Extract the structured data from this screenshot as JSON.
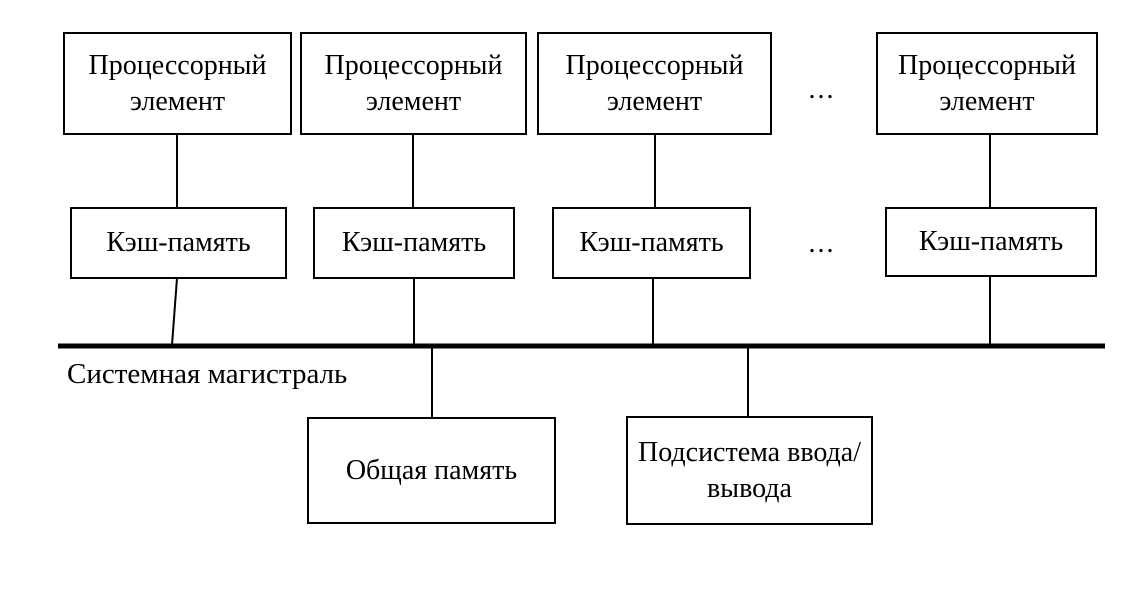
{
  "nodes": {
    "processors": [
      {
        "label": "Процессорный элемент"
      },
      {
        "label": "Процессорный элемент"
      },
      {
        "label": "Процессорный элемент"
      },
      {
        "label": "Процессорный элемент"
      }
    ],
    "caches": [
      {
        "label": "Кэш-память"
      },
      {
        "label": "Кэш-память"
      },
      {
        "label": "Кэш-память"
      },
      {
        "label": "Кэш-память"
      }
    ],
    "shared_memory": {
      "label": "Общая память"
    },
    "io_subsystem": {
      "label": "Подсистема ввода/вывода"
    }
  },
  "bus": {
    "label": "Системная магистраль"
  },
  "ellipsis": "...",
  "colors": {
    "line": "#000000",
    "background": "#ffffff",
    "text": "#000000"
  }
}
